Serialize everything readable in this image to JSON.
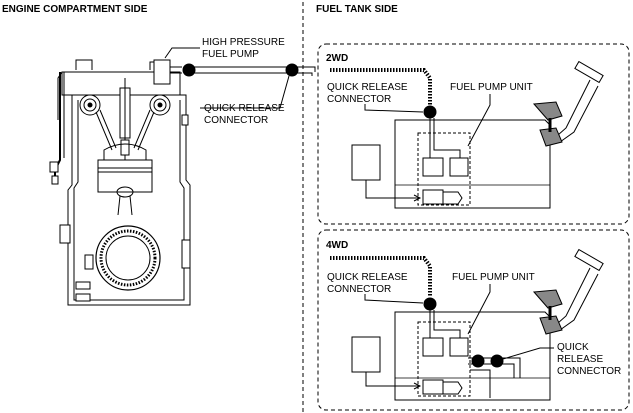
{
  "headers": {
    "engine_side": "ENGINE COMPARTMENT SIDE",
    "fuel_tank_side": "FUEL TANK SIDE"
  },
  "engine_labels": {
    "hp_pump_line1": "HIGH PRESSURE",
    "hp_pump_line2": "FUEL PUMP",
    "qrc_line1": "QUICK RELEASE",
    "qrc_line2": "CONNECTOR"
  },
  "panel_2wd": {
    "title": "2WD",
    "qrc_line1": "QUICK RELEASE",
    "qrc_line2": "CONNECTOR",
    "pump_unit": "FUEL PUMP UNIT"
  },
  "panel_4wd": {
    "title": "4WD",
    "qrc_line1": "QUICK RELEASE",
    "qrc_line2": "CONNECTOR",
    "pump_unit": "FUEL PUMP UNIT",
    "qrc_right_line1": "QUICK",
    "qrc_right_line2": "RELEASE",
    "qrc_right_line3": "CONNECTOR"
  }
}
